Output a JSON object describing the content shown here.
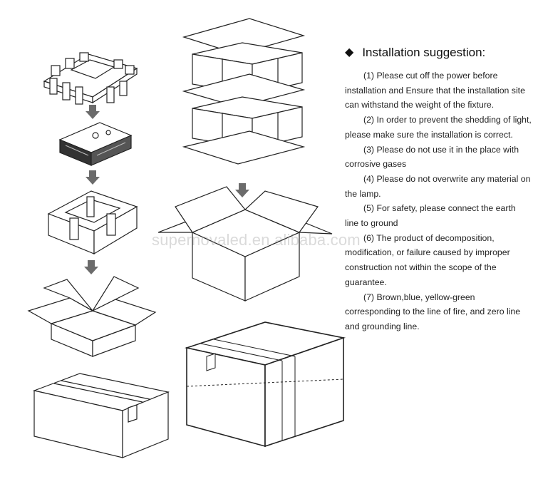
{
  "instructions": {
    "bullet_icon": "diamond-icon",
    "heading": "Installation suggestion:",
    "steps": [
      "(1) Please cut off the power before installation and Ensure that the installation site can withstand the weight of the fixture.",
      "(2) In order to prevent the shedding of light, please make sure the installation is correct.",
      "(3) Please do not use it in the place with corrosive gases",
      "(4) Please do not overwrite any material on the lamp.",
      "(5) For safety, please connect the earth line to ground",
      "(6) The product of decomposition, modification, or failure caused by improper construction not within the scope of the guarantee.",
      "(7) Brown,blue, yellow-green corresponding to the line of fire, and zero line and grounding line."
    ]
  },
  "watermark": "supernovaled.en.alibaba.com",
  "colors": {
    "line": "#222222",
    "arrow": "#6b6b6b",
    "watermark": "#969696"
  }
}
